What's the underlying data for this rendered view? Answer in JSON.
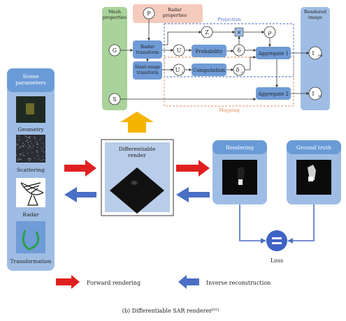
{
  "pipeline": {
    "mesh_properties": "Mesh\nproperties",
    "radar_properties": "Radar\nproperties",
    "rendered_image": "Rendered\nimage",
    "projection": "Projection",
    "mapping": "Mapping",
    "nodes": {
      "P": "P",
      "G": "G",
      "S": "S",
      "U": "U",
      "Us": "U",
      "Z": "Z",
      "delta": "δ",
      "delta_s": "δ",
      "rho": "ρ",
      "mul": "×",
      "I_ms": "I",
      "I_sd": "I"
    },
    "radar_transform": "Radar\ntransform",
    "slant_range_transform": "Slant-range\ntransform",
    "probability": "Probability",
    "computation": "Computation",
    "aggregate_1": "Aggregate 1",
    "aggregate_2": "Aggregate 2"
  },
  "scene": {
    "title": "Scene\nparameters",
    "items": [
      "Geometry",
      "Scattering",
      "Radar",
      "Transformation"
    ]
  },
  "diff_render": {
    "title": "Differentiable\nrender"
  },
  "rendering": {
    "title": "Rendering"
  },
  "ground_truth": {
    "title": "Ground truth"
  },
  "loss": {
    "label": "Loss"
  },
  "legend": {
    "forward": "Forward rendering",
    "inverse": "Inverse reconstruction"
  },
  "caption": "(b) Differentiable SAR renderer",
  "caption_ref": "[82]",
  "colors": {
    "panel_blue": "#9fbde4",
    "panel_header": "#6a9bd7",
    "node_blue": "#6f9bd6",
    "green": "#a9d39a",
    "pink": "#f4cbbd",
    "forward_arrow": "#e02020",
    "inverse_arrow": "#4a6fc4",
    "up_arrow": "#f4b400"
  }
}
